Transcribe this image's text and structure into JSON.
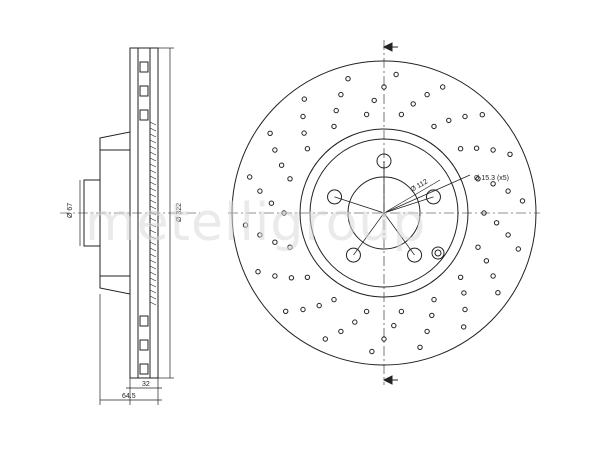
{
  "dimensions": {
    "inner_diameter": "Ø 67",
    "outer_diameter": "Ø 322",
    "overall_height": "64.5",
    "disc_thickness": "32",
    "bolt_circle": "Ø 112",
    "bolt_holes": "Ø 15.3 (x5)"
  },
  "watermark": {
    "text": "metelligroup"
  },
  "colors": {
    "line": "#222222",
    "watermark": "#d9d9d9"
  }
}
